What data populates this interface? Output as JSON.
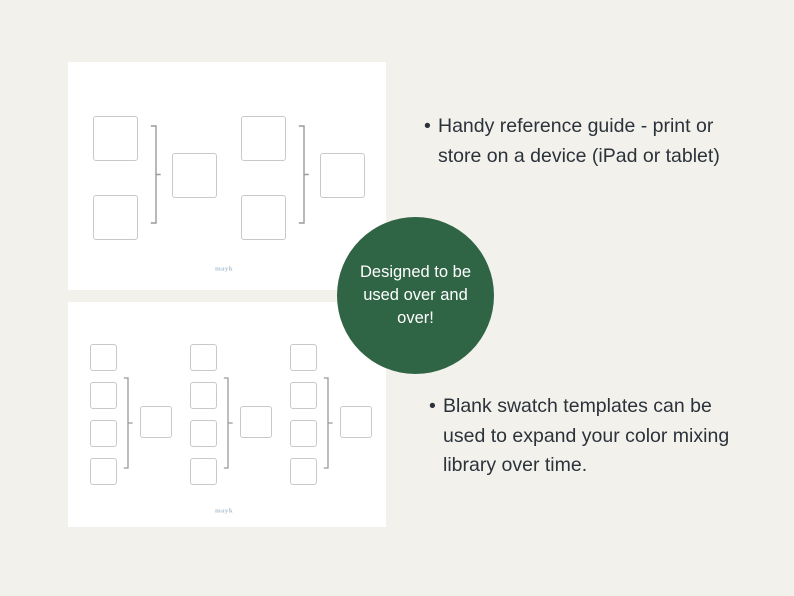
{
  "page": {
    "background_color": "#f2f1ec",
    "card_color": "#ffffff",
    "text_color": "#2b323a",
    "accent_color": "#2f6444",
    "swatch_border_color": "#c9c9c9",
    "bracket_color": "#9a9a9a",
    "watermark_color": "#9fb7c9"
  },
  "badge": {
    "label": "Designed to be used over and over!",
    "color": "#2f6444",
    "text_color": "#ffffff"
  },
  "bullets": [
    {
      "marker": "•",
      "text": "Handy reference guide - print or store on a device (iPad or tablet)"
    },
    {
      "marker": "•",
      "text": "Blank swatch templates can be used to expand your color mixing library over time."
    }
  ],
  "cards": [
    {
      "name": "two-color-mixing-template",
      "watermark": "mayk",
      "groups": [
        {
          "source_swatches": 2,
          "result_swatches": 1,
          "bracket": "right-brace"
        },
        {
          "source_swatches": 2,
          "result_swatches": 1,
          "bracket": "right-brace"
        }
      ]
    },
    {
      "name": "four-color-mixing-template",
      "watermark": "mayk",
      "groups": [
        {
          "source_swatches": 4,
          "result_swatches": 1,
          "bracket": "right-brace"
        },
        {
          "source_swatches": 4,
          "result_swatches": 1,
          "bracket": "right-brace"
        },
        {
          "source_swatches": 4,
          "result_swatches": 1,
          "bracket": "right-brace"
        }
      ]
    }
  ]
}
